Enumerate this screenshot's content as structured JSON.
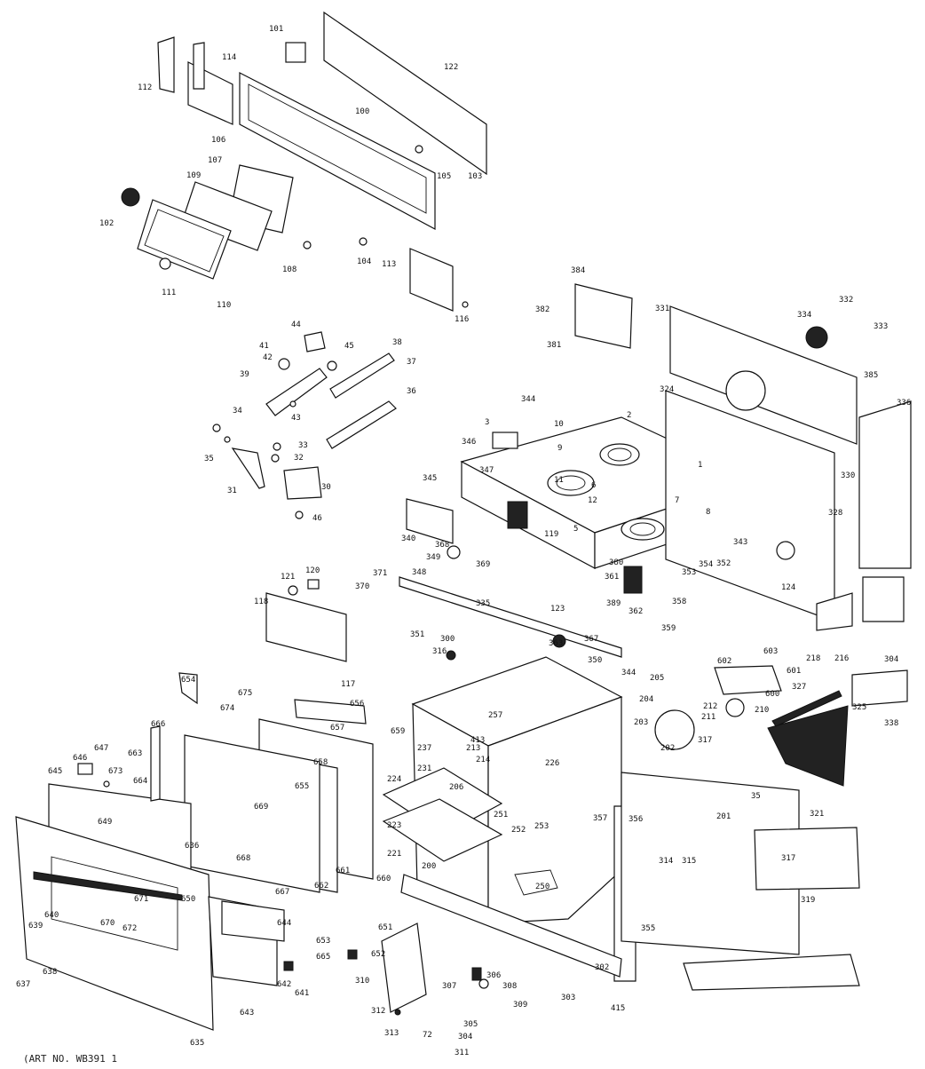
{
  "diagram": {
    "caption_fragment": "(ART NO. WB391 1",
    "part_numbers": [
      "101",
      "114",
      "112",
      "122",
      "100",
      "106",
      "107",
      "109",
      "102",
      "105",
      "103",
      "108",
      "104",
      "113",
      "111",
      "110",
      "116",
      "384",
      "382",
      "381",
      "331",
      "332",
      "334",
      "333",
      "385",
      "44",
      "41",
      "45",
      "38",
      "39",
      "42",
      "37",
      "36",
      "43",
      "34",
      "33",
      "35",
      "32",
      "31",
      "30",
      "46",
      "324",
      "336",
      "3",
      "344",
      "10",
      "2",
      "346",
      "347",
      "345",
      "9",
      "11",
      "6",
      "12",
      "1",
      "7",
      "8",
      "5",
      "119",
      "330",
      "328",
      "340",
      "368",
      "369",
      "343",
      "349",
      "348",
      "371",
      "370",
      "389",
      "351",
      "380",
      "361",
      "362",
      "353",
      "354",
      "352",
      "124",
      "358",
      "363",
      "359",
      "120",
      "121",
      "118",
      "117",
      "123",
      "335",
      "300",
      "316",
      "367",
      "350",
      "344b",
      "218",
      "216",
      "304",
      "654",
      "675",
      "656",
      "674",
      "666",
      "657",
      "659",
      "413",
      "257",
      "237",
      "231",
      "213",
      "214",
      "206",
      "205",
      "202",
      "204",
      "203",
      "212",
      "211",
      "210",
      "602",
      "603",
      "601",
      "600",
      "327",
      "325",
      "338",
      "317",
      "646",
      "647",
      "663",
      "645",
      "673",
      "664",
      "658",
      "655",
      "649",
      "668",
      "669",
      "661",
      "662",
      "660",
      "636",
      "650",
      "671",
      "670",
      "672",
      "667",
      "644",
      "651",
      "653",
      "640",
      "639",
      "638",
      "637",
      "665",
      "642",
      "643",
      "641",
      "635",
      "652",
      "310",
      "312",
      "313",
      "306",
      "307",
      "308",
      "309",
      "305",
      "304b",
      "311",
      "72",
      "253",
      "252",
      "251",
      "221",
      "223",
      "250",
      "200",
      "357",
      "356",
      "355",
      "302",
      "303",
      "415",
      "201",
      "315",
      "314",
      "317b",
      "321",
      "319",
      "224",
      "226",
      "35b"
    ]
  }
}
